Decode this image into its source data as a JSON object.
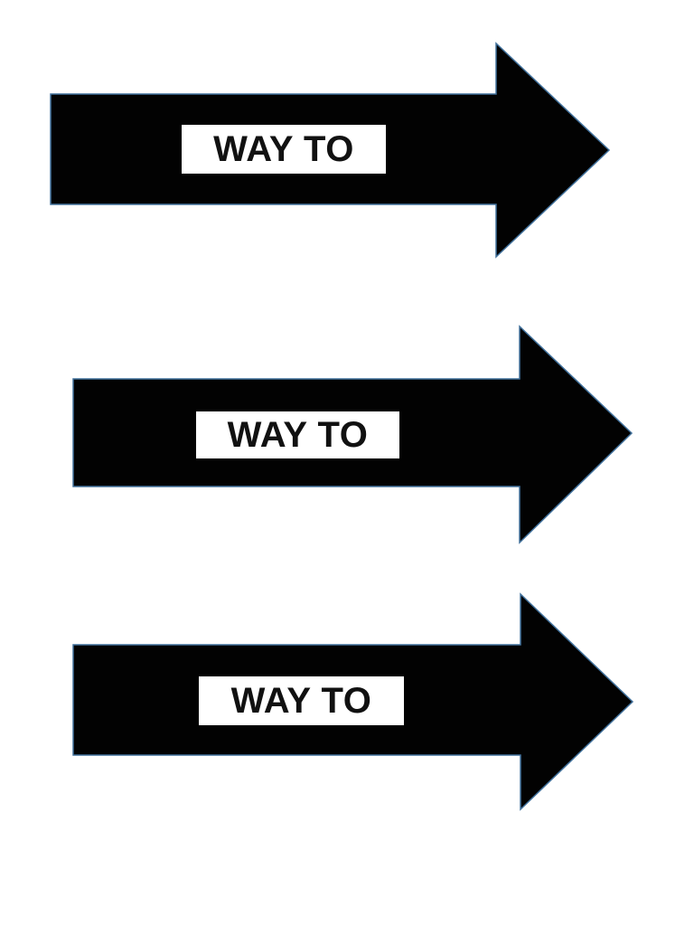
{
  "page": {
    "background_color": "#ffffff"
  },
  "colors": {
    "arrow_fill": "#020202",
    "arrow_outline": "#41719c",
    "label_background": "#ffffff",
    "label_text": "#111111"
  },
  "arrows": [
    {
      "label": "WAY TO"
    },
    {
      "label": "WAY TO"
    },
    {
      "label": "WAY TO"
    }
  ]
}
